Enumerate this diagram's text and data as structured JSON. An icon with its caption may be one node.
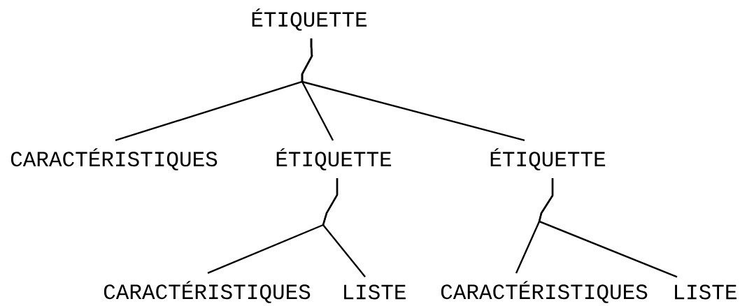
{
  "diagram": {
    "nodes": [
      {
        "text": [
          "ÉTIQUETTE"
        ]
      },
      {
        "text": [
          "CARACTÉRISTIQUES"
        ]
      },
      {
        "text": [
          "ÉTIQUETTE"
        ]
      },
      {
        "text": [
          "ÉTIQUETTE"
        ]
      },
      {
        "text": [
          "CARACTÉRISTIQUES"
        ]
      },
      {
        "text": [
          "LISTE"
        ]
      },
      {
        "text": [
          "CARACTÉRISTIQUES"
        ]
      },
      {
        "text": [
          "LISTE"
        ]
      }
    ],
    "edges": [
      {
        "from": 0,
        "to": 1,
        "arrow": "none"
      },
      {
        "from": 0,
        "to": 2,
        "arrow": "none"
      },
      {
        "from": 0,
        "to": 3,
        "arrow": "none"
      },
      {
        "from": 2,
        "to": 4,
        "arrow": "none"
      },
      {
        "from": 2,
        "to": 5,
        "arrow": "none"
      },
      {
        "from": 3,
        "to": 6,
        "arrow": "none"
      },
      {
        "from": 3,
        "to": 7,
        "arrow": "none"
      }
    ]
  }
}
